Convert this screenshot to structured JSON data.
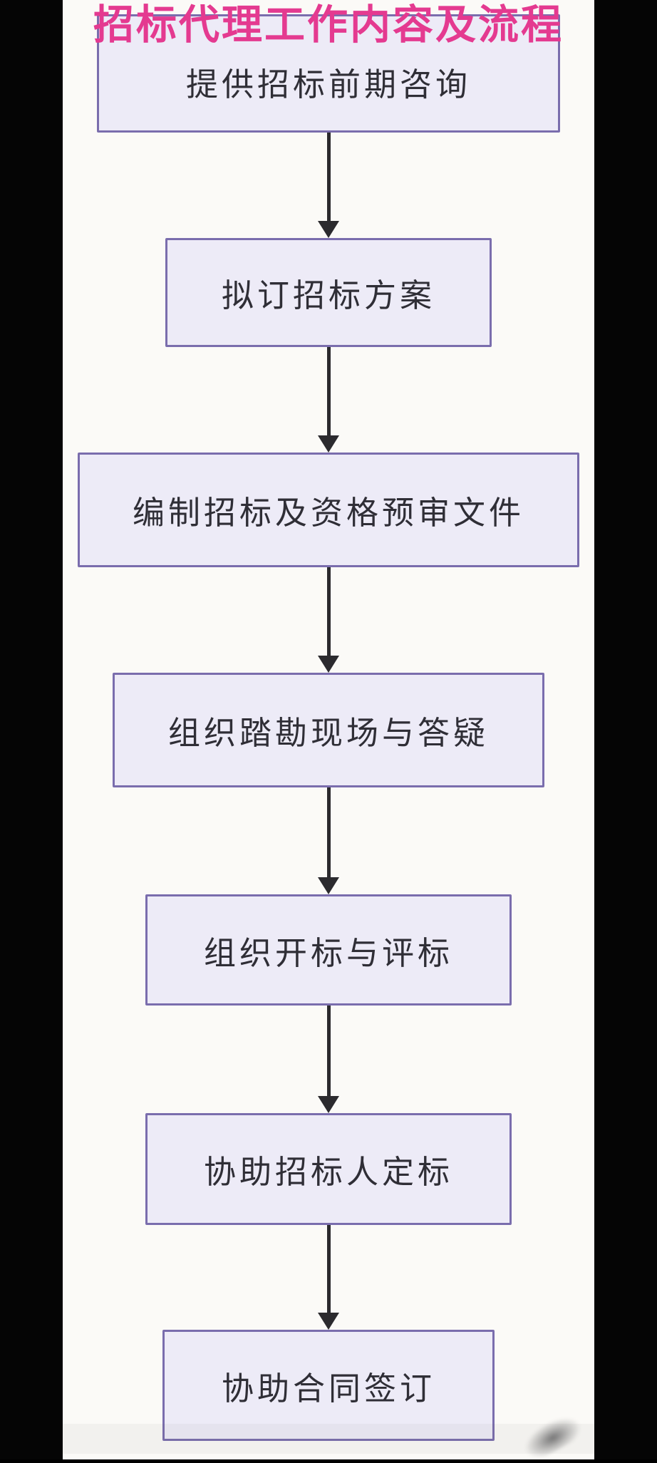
{
  "page": {
    "content_background": "#fbfaf7",
    "pillarbox_color": "#050505"
  },
  "flowchart": {
    "title": "招标代理工作内容及流程",
    "title_color": "#e43a90",
    "node_fill": "#edebf7",
    "node_border_color": "#7a6dad",
    "node_text_color": "#2f2e36",
    "arrow_color": "#2b2a2e",
    "flow_direction": "top-to-bottom",
    "nodes": [
      {
        "label": "提供招标前期咨询"
      },
      {
        "label": "拟订招标方案"
      },
      {
        "label": "编制招标及资格预审文件"
      },
      {
        "label": "组织踏勘现场与答疑"
      },
      {
        "label": "组织开标与评标"
      },
      {
        "label": "协助招标人定标"
      },
      {
        "label": "协助合同签订"
      }
    ]
  }
}
